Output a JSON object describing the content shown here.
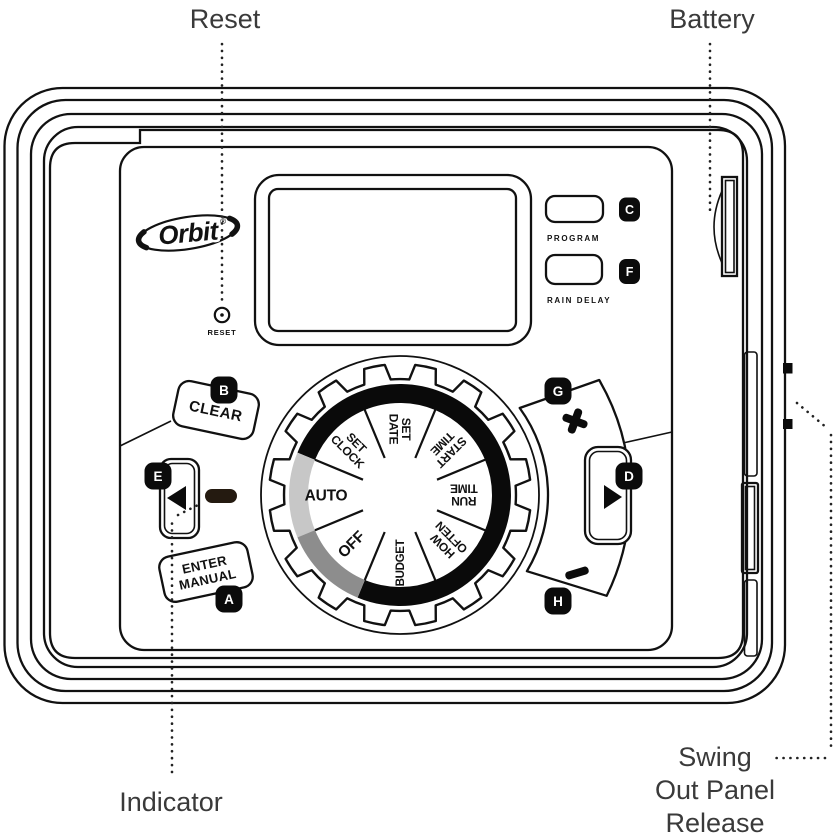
{
  "callouts": {
    "reset": "Reset",
    "battery": "Battery",
    "indicator": "Indicator",
    "swing": [
      "Swing",
      "Out Panel",
      "Release"
    ]
  },
  "brand": {
    "logo": "Orbit",
    "registered": "®"
  },
  "panel": {
    "program_label": "PROGRAM",
    "rain_delay_label": "RAIN DELAY",
    "reset_label": "RESET"
  },
  "badges": {
    "a": "A",
    "b": "B",
    "c": "C",
    "d": "D",
    "e": "E",
    "f": "F",
    "g": "G",
    "h": "H"
  },
  "buttons": {
    "clear": "CLEAR",
    "enter": "ENTER",
    "manual": "MANUAL",
    "plus": "+",
    "minus": "−"
  },
  "dial": {
    "auto": "AUTO",
    "off": "OFF",
    "budget": "BUDGET",
    "set_clock": [
      "SET",
      "CLOCK"
    ],
    "set_date": [
      "SET",
      "DATE"
    ],
    "start_time": [
      "START",
      "TIME"
    ],
    "run_time": [
      "RUN",
      "TIME"
    ],
    "how_often": [
      "HOW",
      "OFTEN"
    ]
  },
  "colors": {
    "ring_black": "#0a0a0a",
    "ring_light": "#c7c7c7",
    "ring_mid": "#8d8d8d",
    "indicator_pill": "#241a10",
    "line": "#111111",
    "callout_text": "#3a3a3a"
  }
}
